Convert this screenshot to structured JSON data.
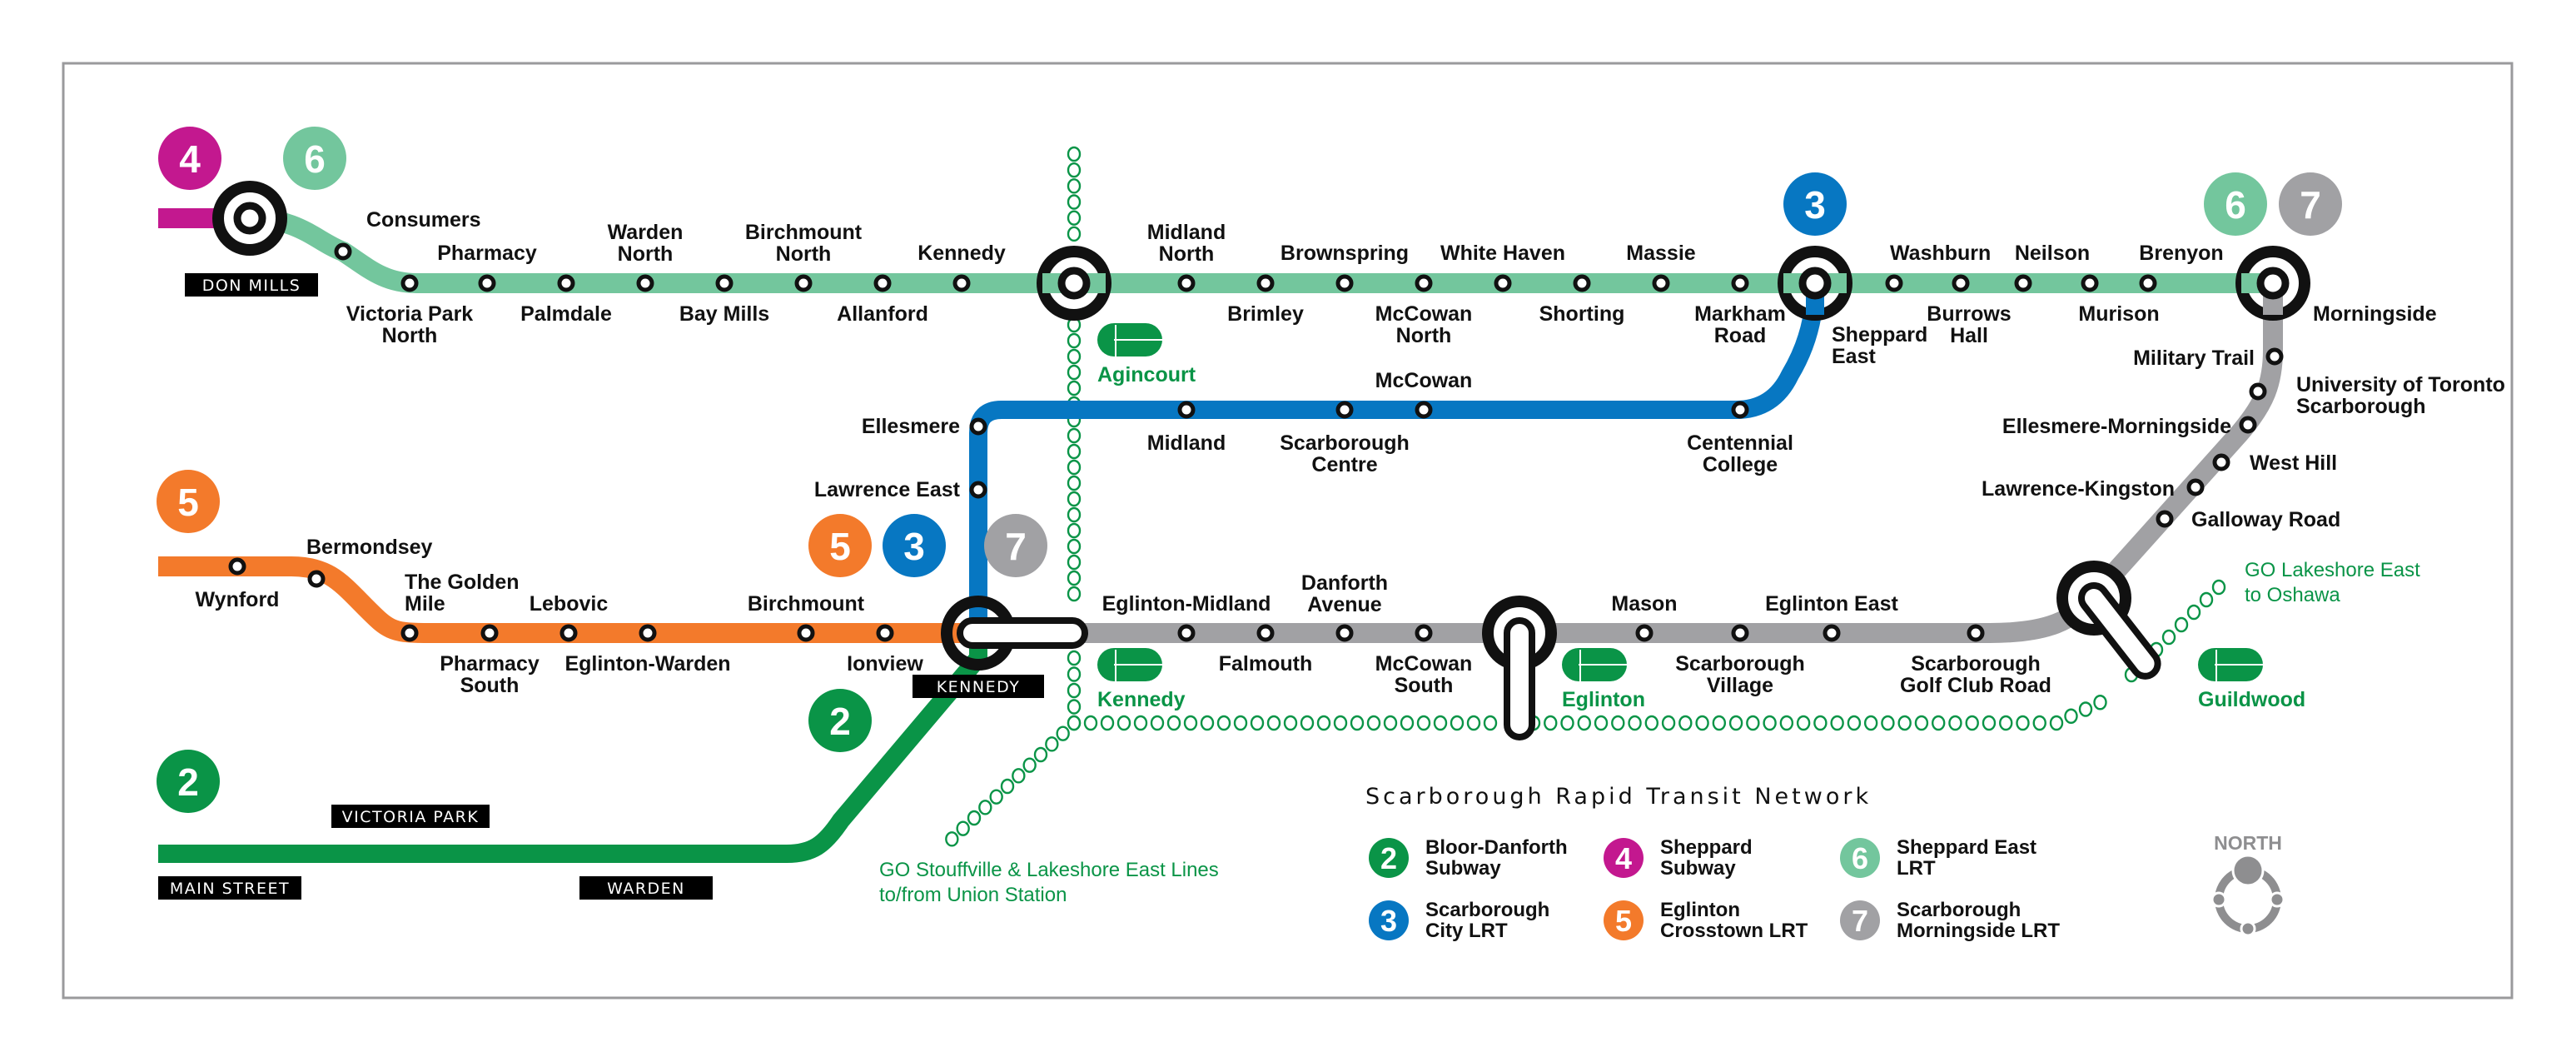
{
  "title": "Scarborough Rapid Transit Network",
  "colors": {
    "line2": "#0a9447",
    "line3": "#0777c2",
    "line4": "#c3188f",
    "line5": "#f37a2b",
    "line6": "#73c69d",
    "line7": "#a1a1a4",
    "go": "#0a9447",
    "frame": "#9a9a9c"
  },
  "lines": {
    "l2": {
      "number": "2",
      "name": "Bloor-Danforth Subway",
      "label_lines": [
        "Bloor-Danforth",
        "Subway"
      ]
    },
    "l3": {
      "number": "3",
      "name": "Scarborough City LRT",
      "label_lines": [
        "Scarborough",
        "City LRT"
      ]
    },
    "l4": {
      "number": "4",
      "name": "Sheppard Subway",
      "label_lines": [
        "Sheppard",
        "Subway"
      ]
    },
    "l5": {
      "number": "5",
      "name": "Eglinton Crosstown LRT",
      "label_lines": [
        "Eglinton",
        "Crosstown LRT"
      ]
    },
    "l6": {
      "number": "6",
      "name": "Sheppard East LRT",
      "label_lines": [
        "Sheppard East",
        "LRT"
      ]
    },
    "l7": {
      "number": "7",
      "name": "Scarborough Morningside LRT",
      "label_lines": [
        "Scarborough",
        "Morningside LRT"
      ]
    }
  },
  "interchange_boxes": {
    "don_mills": "DON MILLS",
    "kennedy": "KENNEDY",
    "victoria_park": "VICTORIA PARK",
    "main_street": "MAIN STREET",
    "warden": "WARDEN"
  },
  "stations": {
    "sheppard_east": [
      [
        "Consumers"
      ],
      [
        "Victoria Park",
        "North"
      ],
      [
        "Pharmacy"
      ],
      [
        "Palmdale"
      ],
      [
        "Warden",
        "North"
      ],
      [
        "Bay Mills"
      ],
      [
        "Birchmount",
        "North"
      ],
      [
        "Allanford"
      ],
      [
        "Kennedy"
      ],
      [
        "Midland",
        "North"
      ],
      [
        "Brimley"
      ],
      [
        "Brownspring"
      ],
      [
        "McCowan",
        "North"
      ],
      [
        "White Haven"
      ],
      [
        "Shorting"
      ],
      [
        "Massie"
      ],
      [
        "Markham",
        "Road"
      ],
      [
        "Sheppard",
        "East"
      ],
      [
        "Washburn"
      ],
      [
        "Burrows",
        "Hall"
      ],
      [
        "Neilson"
      ],
      [
        "Murison"
      ],
      [
        "Brenyon"
      ],
      [
        "Morningside"
      ]
    ],
    "scarborough_city": [
      [
        "Ellesmere"
      ],
      [
        "Lawrence East"
      ],
      [
        "Midland"
      ],
      [
        "Scarborough",
        "Centre"
      ],
      [
        "McCowan"
      ],
      [
        "Centennial",
        "College"
      ]
    ],
    "eglinton_west": [
      [
        "Wynford"
      ],
      [
        "Bermondsey"
      ],
      [
        "The Golden",
        "Mile"
      ],
      [
        "Pharmacy",
        "South"
      ],
      [
        "Lebovic"
      ],
      [
        "Eglinton-Warden"
      ],
      [
        "Birchmount"
      ],
      [
        "Ionview"
      ]
    ],
    "eglinton_east": [
      [
        "Eglinton-Midland"
      ],
      [
        "Falmouth"
      ],
      [
        "Danforth",
        "Avenue"
      ],
      [
        "McCowan",
        "South"
      ],
      [
        "Mason"
      ],
      [
        "Scarborough",
        "Village"
      ],
      [
        "Eglinton East"
      ],
      [
        "Scarborough",
        "Golf Club Road"
      ]
    ],
    "morningside": [
      [
        "Military Trail"
      ],
      [
        "University of Toronto",
        "Scarborough"
      ],
      [
        "Ellesmere-Morningside"
      ],
      [
        "West Hill"
      ],
      [
        "Lawrence-Kingston"
      ],
      [
        "Galloway Road"
      ]
    ]
  },
  "go": {
    "agincourt": "Agincourt",
    "kennedy": "Kennedy",
    "eglinton": "Eglinton",
    "guildwood": "Guildwood",
    "note_lakeshore": [
      "GO Lakeshore East",
      "to Oshawa"
    ],
    "note_stouffville": [
      "GO Stouffville & Lakeshore East Lines",
      "to/from Union Station"
    ]
  },
  "compass": {
    "label": "NORTH"
  }
}
